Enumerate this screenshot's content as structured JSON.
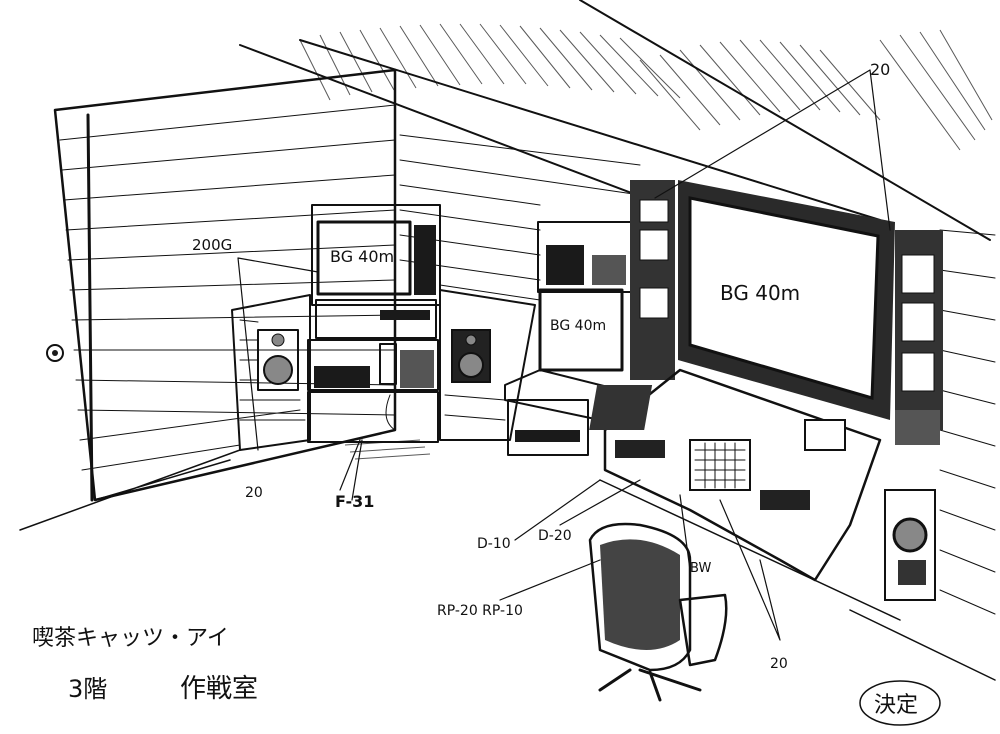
{
  "screens": {
    "main_monitor": "BG 40m",
    "center_tv": "BG 40m",
    "side_monitor": "BG 40m"
  },
  "annotations": {
    "speaker_top": "200G",
    "speaker_bottom": "20",
    "cabinet": "F-31",
    "desk_left": "D-10",
    "desk_right": "D-20",
    "rack": "RP-20 RP-10",
    "console": "BW",
    "ceiling": "20",
    "console_bottom": "20"
  },
  "caption": {
    "line1": "喫茶キャッツ・アイ",
    "line2_floor": "3階",
    "line2_room": "作戦室",
    "stamp": "決定"
  }
}
